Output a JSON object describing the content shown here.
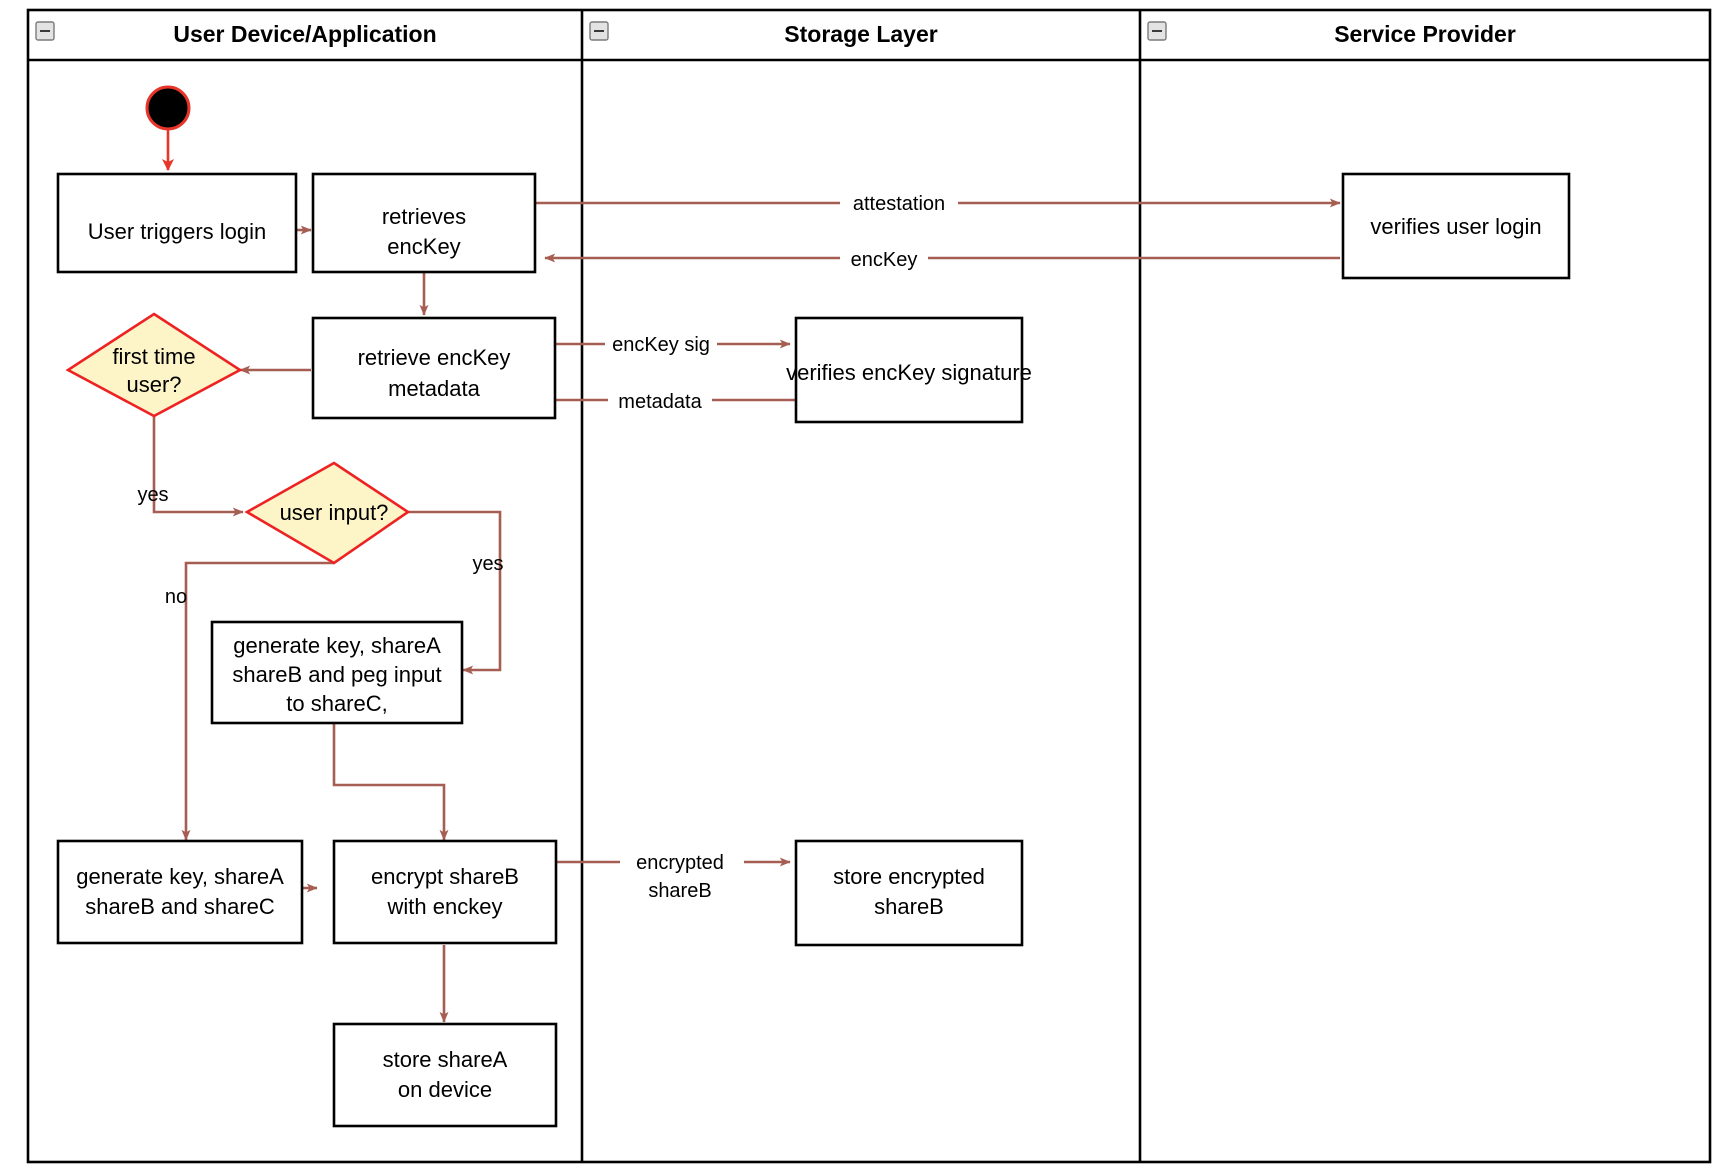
{
  "diagram": {
    "type": "uml-activity-swimlane",
    "title": "Login / key-share provisioning activity diagram",
    "colors": {
      "flow_arrow": "#a65e52",
      "start_node_outline": "#e8352a",
      "decision_fill": "#fdf5c8",
      "decision_stroke": "#ee2222",
      "activity_fill": "#ffffff",
      "activity_stroke": "#000000",
      "lane_border": "#000000"
    },
    "lanes": [
      {
        "id": "lane-user-device",
        "title": "User Device/Application",
        "collapse_icon": "collapse-minus-icon"
      },
      {
        "id": "lane-storage",
        "title": "Storage Layer",
        "collapse_icon": "collapse-minus-icon"
      },
      {
        "id": "lane-service",
        "title": "Service Provider",
        "collapse_icon": "collapse-minus-icon"
      }
    ],
    "nodes": [
      {
        "id": "start",
        "lane": "lane-user-device",
        "kind": "initial-node",
        "label": ""
      },
      {
        "id": "user-triggers-login",
        "lane": "lane-user-device",
        "kind": "activity",
        "label": "User triggers login",
        "lines": [
          "User triggers login"
        ]
      },
      {
        "id": "retrieves-enckey",
        "lane": "lane-user-device",
        "kind": "activity",
        "label": "retrieves encKey",
        "lines": [
          "retrieves",
          "encKey"
        ]
      },
      {
        "id": "retrieve-enckey-metadata",
        "lane": "lane-user-device",
        "kind": "activity",
        "label": "retrieve encKey metadata",
        "lines": [
          "retrieve encKey",
          "metadata"
        ]
      },
      {
        "id": "first-time-user",
        "lane": "lane-user-device",
        "kind": "decision",
        "label": "first time user?",
        "lines": [
          "first time",
          "user?"
        ]
      },
      {
        "id": "user-input",
        "lane": "lane-user-device",
        "kind": "decision",
        "label": "user input?",
        "lines": [
          "user input?"
        ]
      },
      {
        "id": "generate-peg-input",
        "lane": "lane-user-device",
        "kind": "activity",
        "label": "generate key, shareA shareB and peg input to shareC,",
        "lines": [
          "generate key, shareA",
          "shareB and peg input",
          "to shareC,"
        ]
      },
      {
        "id": "generate-shares",
        "lane": "lane-user-device",
        "kind": "activity",
        "label": "generate key, shareA shareB and shareC",
        "lines": [
          "generate key, shareA",
          "shareB and shareC"
        ]
      },
      {
        "id": "encrypt-shareb",
        "lane": "lane-user-device",
        "kind": "activity",
        "label": "encrypt shareB with enckey",
        "lines": [
          "encrypt shareB",
          "with enckey"
        ]
      },
      {
        "id": "store-sharea",
        "lane": "lane-user-device",
        "kind": "activity",
        "label": "store shareA on device",
        "lines": [
          "store shareA",
          "on device"
        ]
      },
      {
        "id": "verifies-enckey-signature",
        "lane": "lane-storage",
        "kind": "activity",
        "label": "verifies encKey signature",
        "lines": [
          "verifies encKey signature"
        ]
      },
      {
        "id": "store-encrypted-shareb",
        "lane": "lane-storage",
        "kind": "activity",
        "label": "store encrypted shareB",
        "lines": [
          "store encrypted",
          "shareB"
        ]
      },
      {
        "id": "verifies-user-login",
        "lane": "lane-service",
        "kind": "activity",
        "label": "verifies user login",
        "lines": [
          "verifies user login"
        ]
      }
    ],
    "edges": [
      {
        "id": "e-start",
        "from": "start",
        "to": "user-triggers-login",
        "label": ""
      },
      {
        "id": "e-login-retrieve",
        "from": "user-triggers-login",
        "to": "retrieves-enckey",
        "label": ""
      },
      {
        "id": "e-attestation",
        "from": "retrieves-enckey",
        "to": "verifies-user-login",
        "label": "attestation"
      },
      {
        "id": "e-enckey",
        "from": "verifies-user-login",
        "to": "retrieves-enckey",
        "label": "encKey"
      },
      {
        "id": "e-retrieve-meta",
        "from": "retrieves-enckey",
        "to": "retrieve-enckey-metadata",
        "label": ""
      },
      {
        "id": "e-enckey-sig",
        "from": "retrieve-enckey-metadata",
        "to": "verifies-enckey-signature",
        "label": "encKey sig"
      },
      {
        "id": "e-metadata",
        "from": "verifies-enckey-signature",
        "to": "retrieve-enckey-metadata",
        "label": "metadata"
      },
      {
        "id": "e-meta-first",
        "from": "retrieve-enckey-metadata",
        "to": "first-time-user",
        "label": ""
      },
      {
        "id": "e-first-yes",
        "from": "first-time-user",
        "to": "user-input",
        "label": "yes"
      },
      {
        "id": "e-input-yes",
        "from": "user-input",
        "to": "generate-peg-input",
        "label": "yes"
      },
      {
        "id": "e-input-no",
        "from": "user-input",
        "to": "generate-shares",
        "label": "no"
      },
      {
        "id": "e-peg-encrypt",
        "from": "generate-peg-input",
        "to": "encrypt-shareb",
        "label": ""
      },
      {
        "id": "e-shares-encrypt",
        "from": "generate-shares",
        "to": "encrypt-shareb",
        "label": ""
      },
      {
        "id": "e-encrypted-shareb",
        "from": "encrypt-shareb",
        "to": "store-encrypted-shareb",
        "label": "encrypted shareB",
        "label_lines": [
          "encrypted",
          "shareB"
        ]
      },
      {
        "id": "e-store-sharea",
        "from": "encrypt-shareb",
        "to": "store-sharea",
        "label": ""
      }
    ],
    "edge_labels": {
      "attestation": "attestation",
      "enckey": "encKey",
      "enckey_sig": "encKey sig",
      "metadata": "metadata",
      "yes_first": "yes",
      "yes_input": "yes",
      "no_input": "no",
      "encrypted_l1": "encrypted",
      "encrypted_l2": "shareB"
    },
    "node_text": {
      "user_triggers_login": "User triggers login",
      "retrieves_l1": "retrieves",
      "retrieves_l2": "encKey",
      "retrieve_meta_l1": "retrieve encKey",
      "retrieve_meta_l2": "metadata",
      "first_time_l1": "first time",
      "first_time_l2": "user?",
      "user_input": "user input?",
      "peg_l1": "generate key, shareA",
      "peg_l2": "shareB and peg input",
      "peg_l3": "to shareC,",
      "shares_l1": "generate key, shareA",
      "shares_l2": "shareB and shareC",
      "encrypt_l1": "encrypt shareB",
      "encrypt_l2": "with enckey",
      "store_sharea_l1": "store shareA",
      "store_sharea_l2": "on device",
      "verifies_sig": "verifies encKey signature",
      "store_enc_l1": "store encrypted",
      "store_enc_l2": "shareB",
      "verifies_login": "verifies user login"
    }
  }
}
